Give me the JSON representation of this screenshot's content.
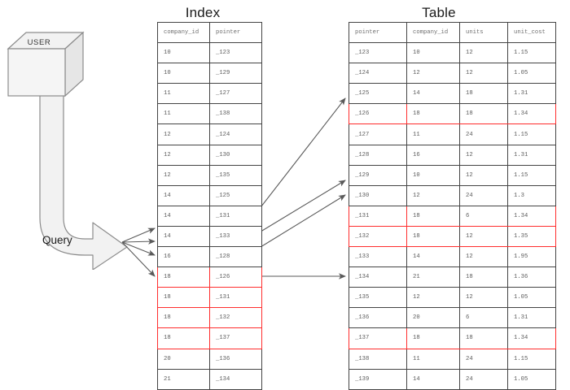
{
  "index_panel": {
    "title": "Index",
    "columns": [
      "company_id",
      "pointer"
    ],
    "rows": [
      {
        "company_id": "10",
        "pointer": "_123",
        "highlighted": false
      },
      {
        "company_id": "10",
        "pointer": "_129",
        "highlighted": false
      },
      {
        "company_id": "11",
        "pointer": "_127",
        "highlighted": false
      },
      {
        "company_id": "11",
        "pointer": "_138",
        "highlighted": false
      },
      {
        "company_id": "12",
        "pointer": "_124",
        "highlighted": false
      },
      {
        "company_id": "12",
        "pointer": "_130",
        "highlighted": false
      },
      {
        "company_id": "12",
        "pointer": "_135",
        "highlighted": false
      },
      {
        "company_id": "14",
        "pointer": "_125",
        "highlighted": false
      },
      {
        "company_id": "14",
        "pointer": "_131",
        "highlighted": false
      },
      {
        "company_id": "14",
        "pointer": "_133",
        "highlighted": false
      },
      {
        "company_id": "16",
        "pointer": "_128",
        "highlighted": false
      },
      {
        "company_id": "18",
        "pointer": "_126",
        "highlighted": true
      },
      {
        "company_id": "18",
        "pointer": "_131",
        "highlighted": true
      },
      {
        "company_id": "18",
        "pointer": "_132",
        "highlighted": true
      },
      {
        "company_id": "18",
        "pointer": "_137",
        "highlighted": true
      },
      {
        "company_id": "20",
        "pointer": "_136",
        "highlighted": false
      },
      {
        "company_id": "21",
        "pointer": "_134",
        "highlighted": false
      }
    ]
  },
  "table_panel": {
    "title": "Table",
    "columns": [
      "pointer",
      "company_id",
      "units",
      "unit_cost"
    ],
    "rows": [
      {
        "pointer": "_123",
        "company_id": "10",
        "units": "12",
        "unit_cost": "1.15",
        "highlighted": false
      },
      {
        "pointer": "_124",
        "company_id": "12",
        "units": "12",
        "unit_cost": "1.05",
        "highlighted": false
      },
      {
        "pointer": "_125",
        "company_id": "14",
        "units": "18",
        "unit_cost": "1.31",
        "highlighted": false
      },
      {
        "pointer": "_126",
        "company_id": "18",
        "units": "18",
        "unit_cost": "1.34",
        "highlighted": true
      },
      {
        "pointer": "_127",
        "company_id": "11",
        "units": "24",
        "unit_cost": "1.15",
        "highlighted": false
      },
      {
        "pointer": "_128",
        "company_id": "16",
        "units": "12",
        "unit_cost": "1.31",
        "highlighted": false
      },
      {
        "pointer": "_129",
        "company_id": "10",
        "units": "12",
        "unit_cost": "1.15",
        "highlighted": false
      },
      {
        "pointer": "_130",
        "company_id": "12",
        "units": "24",
        "unit_cost": "1.3",
        "highlighted": false
      },
      {
        "pointer": "_131",
        "company_id": "18",
        "units": "6",
        "unit_cost": "1.34",
        "highlighted": true
      },
      {
        "pointer": "_132",
        "company_id": "18",
        "units": "12",
        "unit_cost": "1.35",
        "highlighted": true
      },
      {
        "pointer": "_133",
        "company_id": "14",
        "units": "12",
        "unit_cost": "1.95",
        "highlighted": false
      },
      {
        "pointer": "_134",
        "company_id": "21",
        "units": "18",
        "unit_cost": "1.36",
        "highlighted": false
      },
      {
        "pointer": "_135",
        "company_id": "12",
        "units": "12",
        "unit_cost": "1.05",
        "highlighted": false
      },
      {
        "pointer": "_136",
        "company_id": "20",
        "units": "6",
        "unit_cost": "1.31",
        "highlighted": false
      },
      {
        "pointer": "_137",
        "company_id": "18",
        "units": "18",
        "unit_cost": "1.34",
        "highlighted": true
      },
      {
        "pointer": "_138",
        "company_id": "11",
        "units": "24",
        "unit_cost": "1.15",
        "highlighted": false
      },
      {
        "pointer": "_139",
        "company_id": "14",
        "units": "24",
        "unit_cost": "1.05",
        "highlighted": false
      }
    ]
  },
  "actor": {
    "label": "USER"
  },
  "query": {
    "label": "Query"
  },
  "colors": {
    "highlight": "#ff2d2d",
    "border": "#444444",
    "shape_fill": "#f2f2f2",
    "shape_stroke": "#8c8c8c",
    "text": "#5b5b5b",
    "arrow": "#5a5a5a"
  }
}
